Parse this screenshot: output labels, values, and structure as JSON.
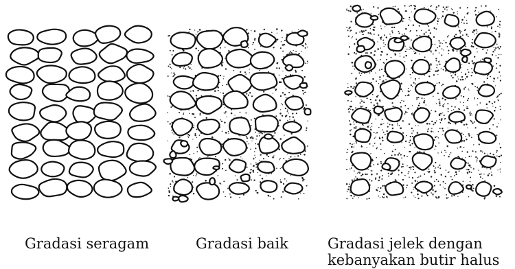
{
  "colors": {
    "ink": "#111111",
    "background": "#ffffff"
  },
  "panels": [
    {
      "id": "uniform",
      "caption_lines": [
        "Gradasi seragam"
      ],
      "fines": false
    },
    {
      "id": "well",
      "caption_lines": [
        "Gradasi baik"
      ],
      "fines": true
    },
    {
      "id": "poor",
      "caption_lines": [
        "Gradasi jelek dengan",
        "kebanyakan butir halus"
      ],
      "fines": true
    }
  ]
}
